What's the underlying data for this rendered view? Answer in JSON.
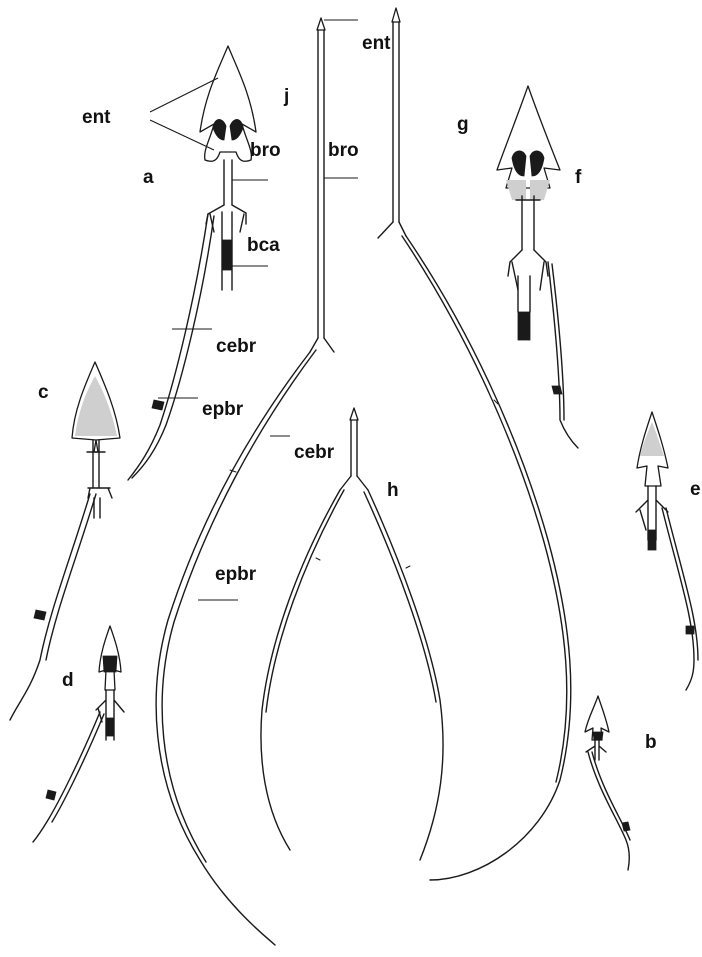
{
  "figure": {
    "panel_letters": {
      "a": "a",
      "b": "b",
      "c": "c",
      "d": "d",
      "e": "e",
      "f": "f",
      "g": "g",
      "h": "h",
      "j": "j"
    },
    "structure_labels": {
      "ent_a": "ent",
      "bro_a": "bro",
      "bca_a": "bca",
      "cebr_a": "cebr",
      "epbr_a": "epbr",
      "ent_j": "ent",
      "bro_j": "bro",
      "cebr_j": "cebr",
      "epbr_j": "epbr"
    }
  }
}
